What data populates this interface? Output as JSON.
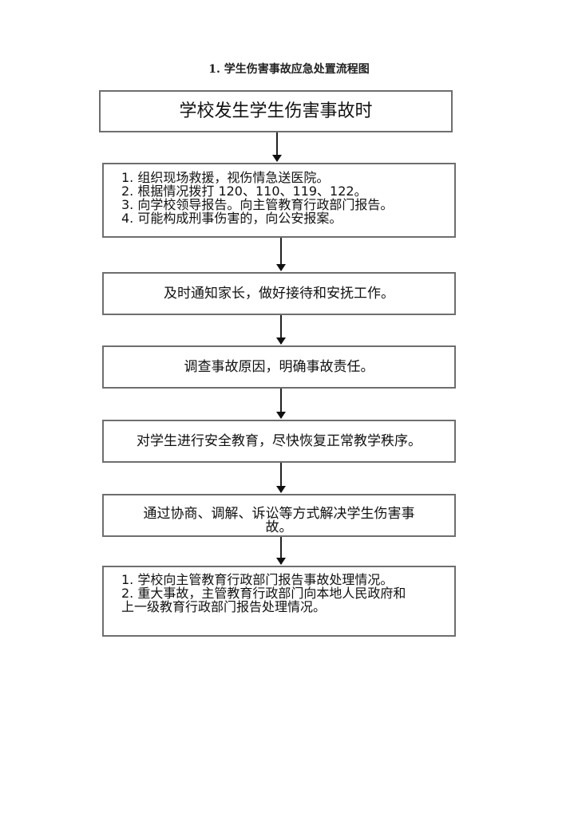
{
  "title": "1. 学生伤害事故应急处置流程图",
  "steps": [
    {
      "text": "学校发生学生伤害事故时"
    },
    {
      "lines": [
        "1. 组织现场救援，视伤情急送医院。",
        "2. 根据情况拨打 120、110、119、122。",
        "3. 向学校领导报告。向主管教育行政部门报告。",
        "4. 可能构成刑事伤害的，向公安报案。"
      ]
    },
    {
      "text": "及时通知家长，做好接待和安抚工作。"
    },
    {
      "text": "调查事故原因，明确事故责任。"
    },
    {
      "text": "对学生进行安全教育，尽快恢复正常教学秩序。"
    },
    {
      "lines": [
        "通过协商、调解、诉讼等方式解决学生伤害事",
        "故。"
      ]
    },
    {
      "lines": [
        "1. 学校向主管教育行政部门报告事故处理情况。",
        "2. 重大事故，主管教育行政部门向本地人民政府和",
        "上一级教育行政部门报告处理情况。"
      ]
    }
  ]
}
